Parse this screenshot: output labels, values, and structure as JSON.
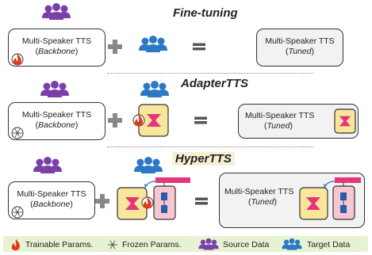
{
  "sections": {
    "finetuning": {
      "title": "Fine-tuning",
      "backbone_line1": "Multi-Speaker TTS",
      "backbone_line2": "Backbone",
      "tuned_line1": "Multi-Speaker TTS",
      "tuned_line2": "Tuned"
    },
    "adaptertts": {
      "title": "AdapterTTS",
      "backbone_line1": "Multi-Speaker TTS",
      "backbone_line2": "Backbone",
      "tuned_line1": "Multi-Speaker TTS",
      "tuned_line2": "Tuned"
    },
    "hypertts": {
      "title": "HyperTTS",
      "backbone_line1": "Multi-Speaker TTS",
      "backbone_line2": "Backbone",
      "tuned_line1": "Multi-Speaker TTS",
      "tuned_line2": "Tuned"
    }
  },
  "legend": {
    "trainable": "Trainable Params.",
    "frozen": "Frozen Params.",
    "source": "Source Data",
    "target": "Target Data"
  },
  "colors": {
    "source_people": "#7b3fa8",
    "target_people": "#2d78c4",
    "adapter_fill": "#f8e79a",
    "adapter_shape": "#e8347a",
    "hyper_fill": "#f6c7cf",
    "hyper_block": "#2a5aa8",
    "flame": "#e03a1e",
    "legend_bg": "#e6f3d3"
  },
  "icons": {
    "source_data": "people-group-icon",
    "target_data": "people-group-icon",
    "trainable": "flame-icon",
    "frozen": "snowflake-icon",
    "plus": "plus-icon",
    "equals": "equals-icon"
  }
}
